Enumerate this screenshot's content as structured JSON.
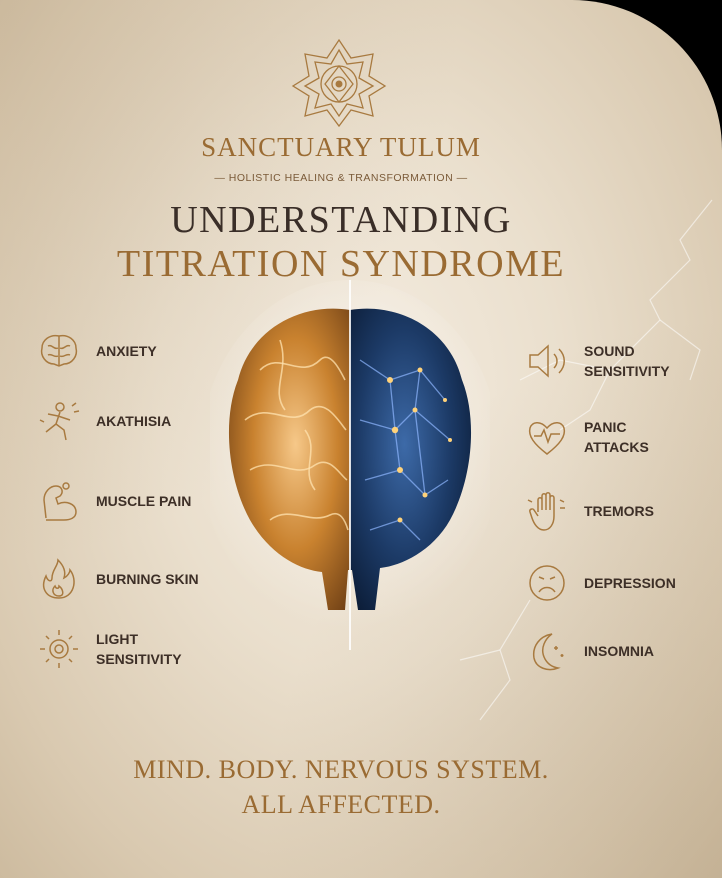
{
  "brand": "SANCTUARY TULUM",
  "tagline": "— HOLISTIC HEALING & TRANSFORMATION —",
  "title_line1": "UNDERSTANDING",
  "title_line2": "TITRATION SYNDROME",
  "symptoms_left": [
    {
      "label": "ANXIETY",
      "icon": "brain-icon"
    },
    {
      "label": "AKATHISIA",
      "icon": "restless-figure-icon"
    },
    {
      "label": "MUSCLE PAIN",
      "icon": "flexed-arm-icon"
    },
    {
      "label": "BURNING SKIN",
      "icon": "flame-icon"
    },
    {
      "label": "LIGHT SENSITIVITY",
      "icon": "sun-eye-icon"
    }
  ],
  "symptoms_right": [
    {
      "label": "SOUND SENSITIVITY",
      "icon": "speaker-icon"
    },
    {
      "label": "PANIC ATTACKS",
      "icon": "heart-pulse-icon"
    },
    {
      "label": "TREMORS",
      "icon": "shaking-hand-icon"
    },
    {
      "label": "DEPRESSION",
      "icon": "sad-face-icon"
    },
    {
      "label": "INSOMNIA",
      "icon": "moon-icon"
    }
  ],
  "footer_line1": "MIND. BODY. NERVOUS SYSTEM.",
  "footer_line2": "ALL AFFECTED.",
  "colors": {
    "background": "#eadfcd",
    "gold": "#9a6b33",
    "dark_text": "#3a2e28",
    "brain_blue": "#1c3a66",
    "brain_gold": "#c9822f"
  }
}
